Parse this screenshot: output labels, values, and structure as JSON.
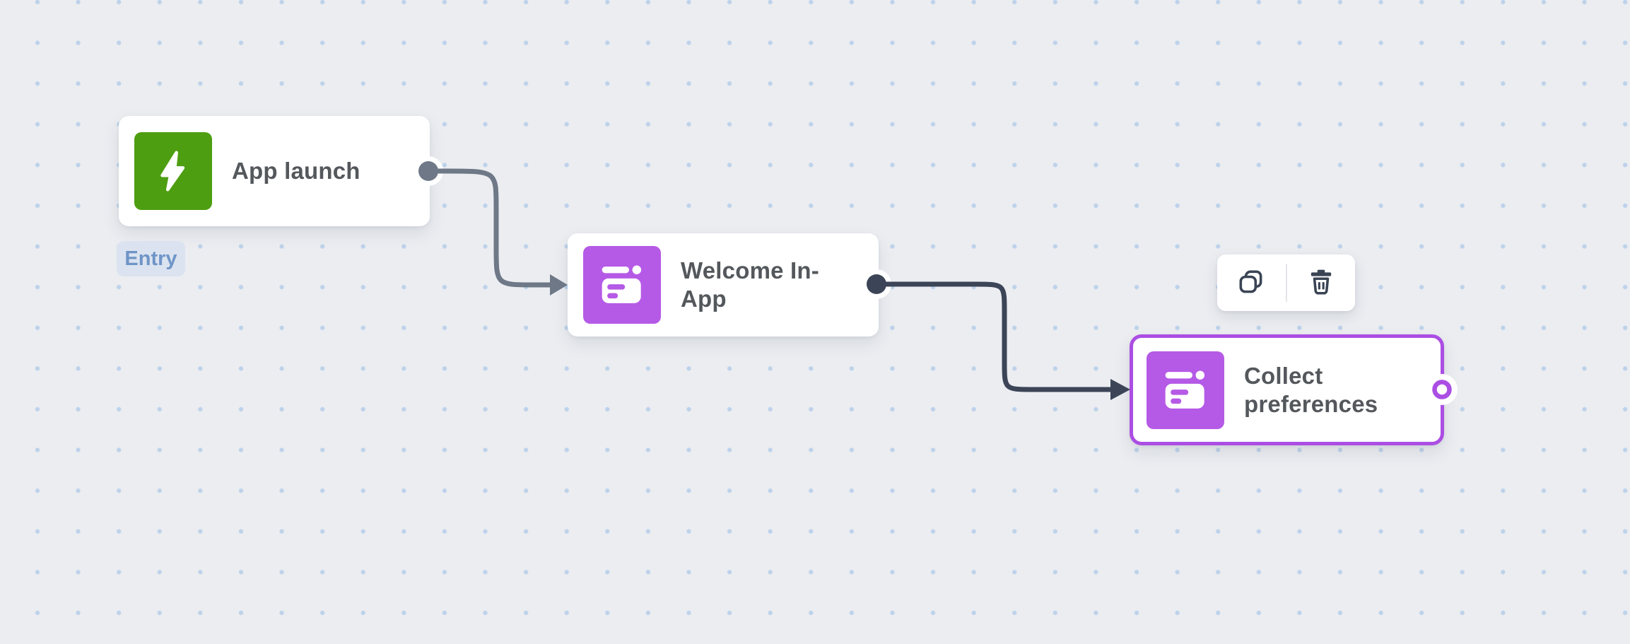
{
  "app": {
    "view": "journey-builder-canvas"
  },
  "colors": {
    "canvas_bg": "#ebedf1",
    "grid_dot": "#bdd2ea",
    "node_bg": "#ffffff",
    "node_text": "#54585c",
    "trigger_green": "#4d9e10",
    "message_purple": "#b55ae6",
    "selected_border_purple": "#ab4ee3",
    "connector_gray": "#6e7887",
    "connector_dark": "#3c4557",
    "entry_badge_bg": "#dbe3f0",
    "entry_badge_text": "#6f94c7",
    "toolbar_icon": "#3a4454"
  },
  "nodes": [
    {
      "label": "App launch",
      "type": "trigger",
      "icon": "lightning-bolt-icon",
      "badge": "Entry",
      "selected": false
    },
    {
      "label": "Welcome In-App",
      "type": "in-app-message",
      "icon": "in-app-message-icon",
      "selected": false
    },
    {
      "label": "Collect preferences",
      "type": "in-app-message",
      "icon": "in-app-message-icon",
      "selected": true
    }
  ],
  "entry_badge": {
    "label": "Entry"
  },
  "toolbar": {
    "buttons": [
      {
        "name": "copy",
        "icon": "copy-icon"
      },
      {
        "name": "delete",
        "icon": "trash-icon"
      }
    ]
  },
  "connectors": [
    {
      "from": "App launch",
      "to": "Welcome In-App",
      "style": "gray"
    },
    {
      "from": "Welcome In-App",
      "to": "Collect preferences",
      "style": "dark"
    }
  ]
}
